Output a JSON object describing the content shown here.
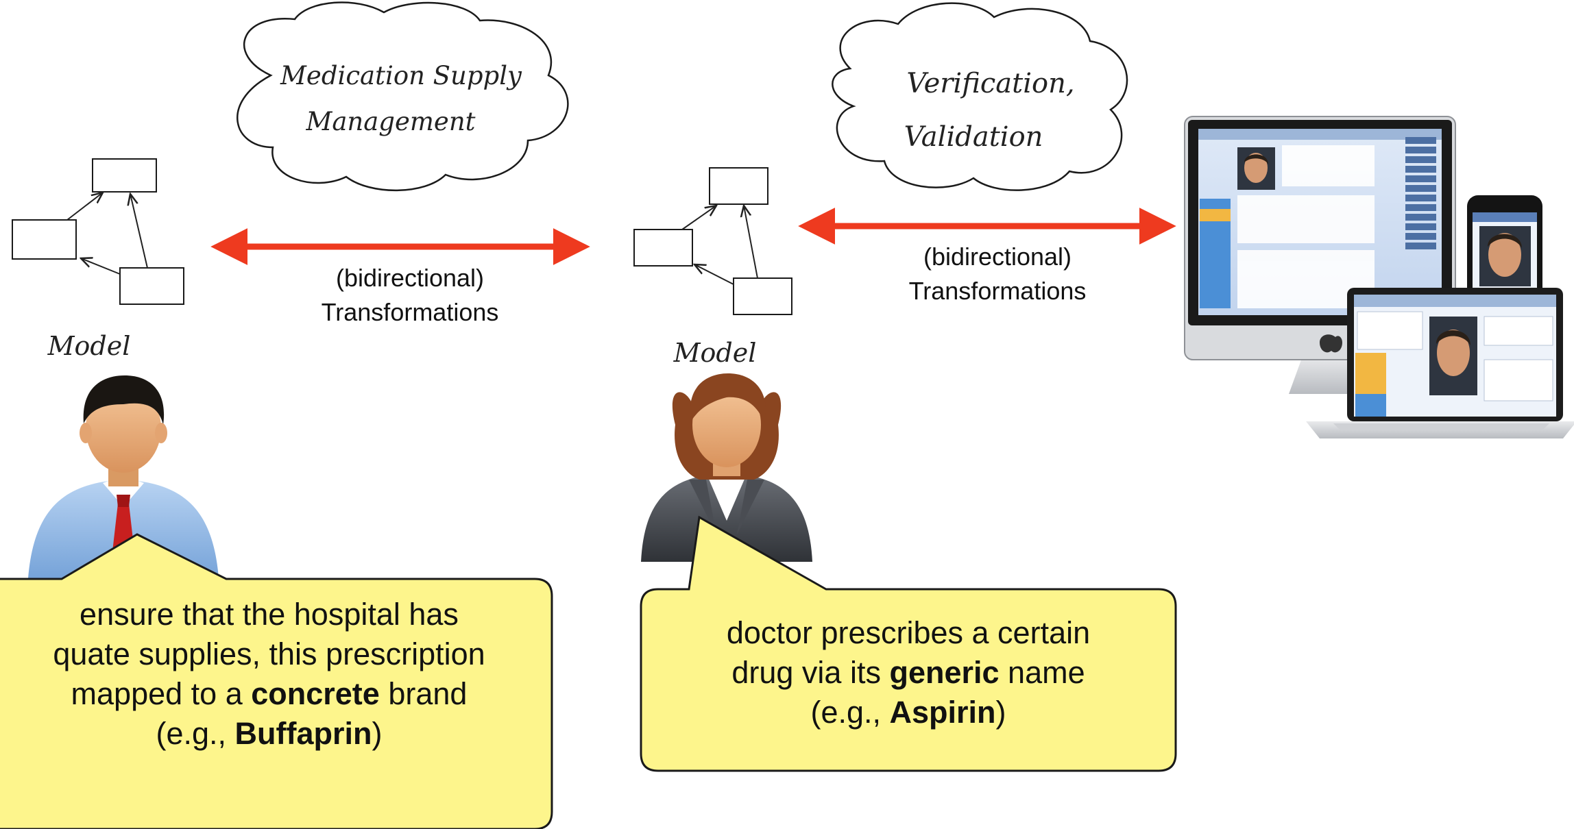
{
  "clouds": {
    "left": {
      "line1": "Medication Supply",
      "line2": "Management"
    },
    "right": {
      "line1": "Verification,",
      "line2": "Validation"
    }
  },
  "transformations": {
    "left": {
      "line1": "(bidirectional)",
      "line2": "Transformations"
    },
    "right": {
      "line1": "(bidirectional)",
      "line2": "Transformations"
    }
  },
  "models": {
    "left_label": "Model",
    "right_label": "Model"
  },
  "callouts": {
    "left": {
      "line1": "ensure that the hospital has",
      "line2": "quate supplies, this prescription",
      "line3_a": "mapped to a ",
      "line3_bold": "concrete",
      "line3_b": " brand",
      "line4_a": "(e.g., ",
      "line4_bold": "Buffaprin",
      "line4_b": ")"
    },
    "right": {
      "line1": "doctor prescribes a certain",
      "line2_a": "drug via its ",
      "line2_bold": "generic",
      "line2_b": " name",
      "line3_a": "(e.g., ",
      "line3_bold": "Aspirin",
      "line3_b": ")"
    }
  },
  "colors": {
    "arrow": "#ee3a1f",
    "callout_fill": "#fdf58c",
    "callout_stroke": "#1a1a1a"
  },
  "icons": [
    "cloud-icon",
    "model-box-icon",
    "male-user-icon",
    "female-user-icon",
    "imac-icon",
    "iphone-icon",
    "macbook-icon",
    "patient-photo-icon"
  ]
}
